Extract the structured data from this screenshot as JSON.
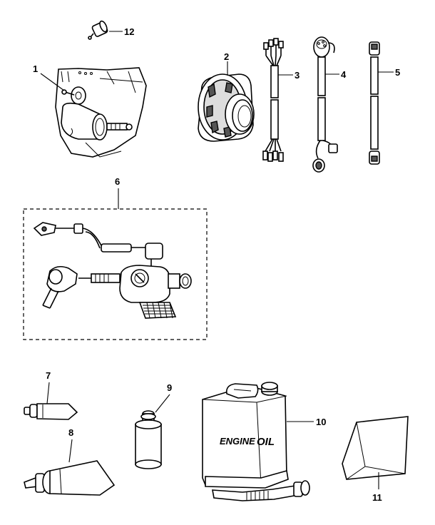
{
  "callouts": {
    "c1": "1",
    "c2": "2",
    "c3": "3",
    "c4": "4",
    "c5": "5",
    "c6": "6",
    "c7": "7",
    "c8": "8",
    "c9": "9",
    "c10": "10",
    "c11": "11",
    "c12": "12"
  },
  "jug_label": {
    "word1": "ENGINE",
    "word2": "OIL"
  }
}
